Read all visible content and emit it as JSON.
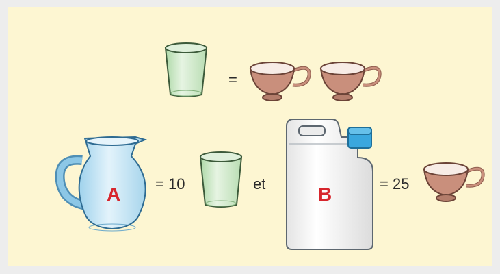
{
  "colors": {
    "panel": "#fdf6d2",
    "page": "#ededed",
    "letter_red": "#d7262d",
    "glass_green": "#c8e6c2",
    "cup_brown": "#c98f7c",
    "jug_blue": "#bfe2f3",
    "canister_white": "#f7f7f7",
    "cap_blue": "#3aa7de"
  },
  "icons": {
    "glass": "drinking-glass-icon",
    "cup": "teacup-icon",
    "jug": "water-jug-icon",
    "canister": "jerrycan-icon"
  },
  "row1": {
    "equals": "="
  },
  "row2": {
    "jug_label": "A",
    "jug_equals": "= 10",
    "connector": "et",
    "canister_label": "B",
    "canister_equals": "= 25"
  }
}
